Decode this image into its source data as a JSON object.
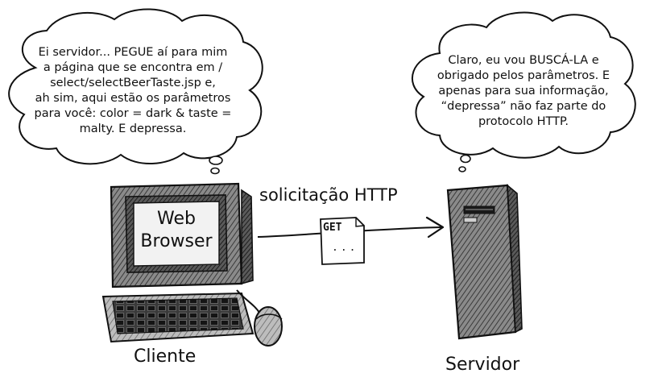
{
  "client_bubble": {
    "lines": [
      "Ei servidor... PEGUE aí para mim",
      "a página que se encontra em /",
      "select/selectBeerTaste.jsp e,",
      "ah sim, aqui estão os parâmetros",
      "para você: color = dark & taste =",
      "malty. E depressa."
    ]
  },
  "server_bubble": {
    "lines": [
      "Claro, eu vou BUSCÁ-LA e",
      "obrigado pelos parâmetros. E",
      "apenas para sua informação,",
      "“depressa” não faz parte do",
      "protocolo HTTP."
    ]
  },
  "browser_screen": {
    "line1": "Web",
    "line2": "Browser"
  },
  "request": {
    "label": "solicitação HTTP",
    "method": "GET",
    "dots": "..."
  },
  "labels": {
    "client": "Cliente",
    "server": "Servidor"
  }
}
